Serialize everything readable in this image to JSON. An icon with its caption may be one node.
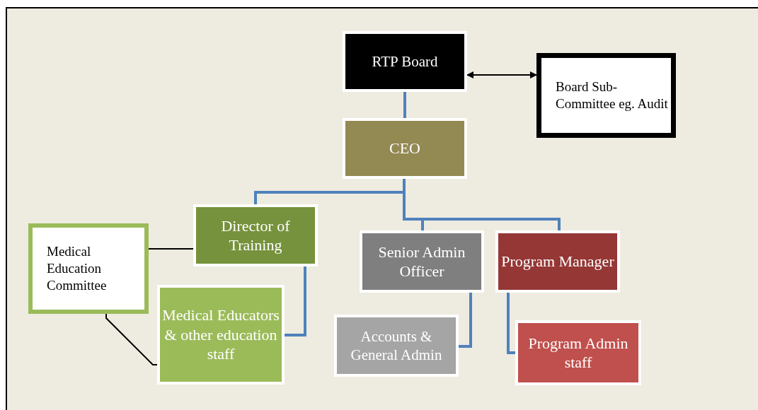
{
  "diagram": {
    "nodes": [
      {
        "text": [
          "RTP Board"
        ]
      },
      {
        "text": [
          "Board Sub-Committee eg.  Audit"
        ]
      },
      {
        "text": [
          "CEO"
        ]
      },
      {
        "text": [
          "Director of Training"
        ]
      },
      {
        "text": [
          "Medical Education Committee"
        ]
      },
      {
        "text": [
          "Senior Admin Officer"
        ]
      },
      {
        "text": [
          "Program Manager"
        ]
      },
      {
        "text": [
          "Medical Educators & other education staff"
        ]
      },
      {
        "text": [
          "Accounts & General Admin"
        ]
      },
      {
        "text": [
          "Program Admin staff"
        ]
      }
    ],
    "edges": [
      {
        "from": 0,
        "to": 1,
        "arrow": "both",
        "color": "#000000"
      },
      {
        "from": 0,
        "to": 2,
        "arrow": "none"
      },
      {
        "from": 2,
        "to": 3,
        "arrow": "none"
      },
      {
        "from": 2,
        "to": 5,
        "arrow": "none"
      },
      {
        "from": 2,
        "to": 6,
        "arrow": "none"
      },
      {
        "from": 4,
        "to": 3,
        "arrow": "none",
        "color": "#000000"
      },
      {
        "from": 3,
        "to": 7,
        "arrow": "none"
      },
      {
        "from": 4,
        "to": 7,
        "arrow": "none",
        "color": "#000000"
      },
      {
        "from": 5,
        "to": 8,
        "arrow": "none"
      },
      {
        "from": 6,
        "to": 9,
        "arrow": "none"
      }
    ]
  }
}
